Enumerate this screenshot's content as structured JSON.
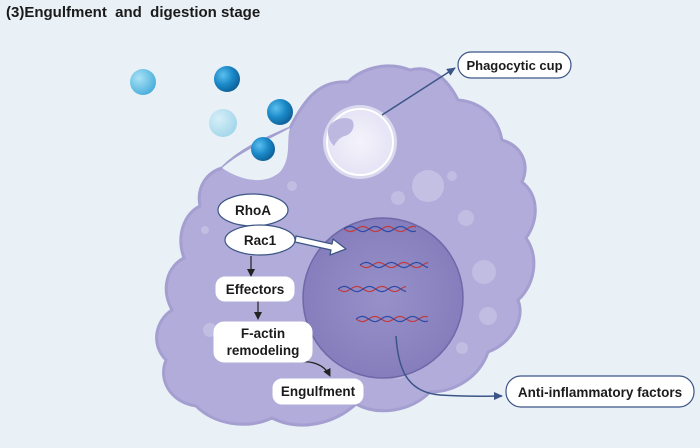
{
  "title": "(3)Engulfment  and  digestion stage",
  "labels": {
    "phagocytic_cup": "Phagocytic cup",
    "anti_inflammatory": "Anti-inflammatory factors",
    "rhoa": "RhoA",
    "rac1": "Rac1",
    "effectors": "Effectors",
    "factin_line1": "F-actin",
    "factin_line2": "remodeling",
    "engulfment": "Engulfment"
  },
  "colors": {
    "background": "#e9f0f6",
    "cell_body": "#b1acd9",
    "cell_edge": "#9f99cc",
    "nucleus": "#8d86c1",
    "particle_dark": "#1a88c7",
    "particle_light": "#6fc7ea",
    "particle_pale": "#aedcef",
    "arrow": "#3c5586",
    "dna_red": "#c33b3b",
    "dna_blue": "#2f4aa3"
  }
}
